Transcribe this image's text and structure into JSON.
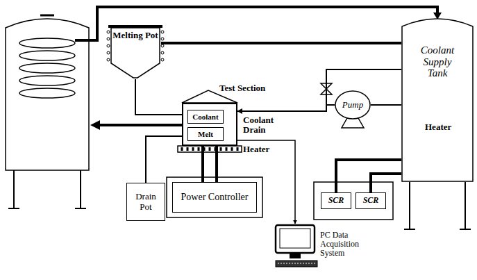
{
  "diagram": {
    "nodes": [
      {
        "text": [
          "Melting Pot"
        ]
      },
      {
        "text": [
          "Test Section"
        ]
      },
      {
        "text": [
          "Coolant"
        ],
        "in": 1
      },
      {
        "text": [
          "Melt"
        ],
        "in": 1
      },
      {
        "text": [
          "Drain Pot"
        ]
      },
      {
        "text": [
          "Power Controller"
        ]
      },
      {
        "text": [
          "SCR"
        ]
      },
      {
        "text": [
          "SCR"
        ]
      },
      {
        "text": [
          "Pump"
        ]
      },
      {
        "text": [
          "Coolant Supply Tank"
        ]
      },
      {
        "text": [
          "PC Data Acquisition System"
        ]
      }
    ],
    "edges": [
      {
        "from": 0,
        "to": 1,
        "arrow": "none"
      },
      {
        "from": 0,
        "to": 9,
        "arrow": "none"
      },
      {
        "from": 9,
        "to": 1,
        "arrow": "to"
      },
      {
        "from": 8,
        "to": 9,
        "arrow": "none"
      },
      {
        "from": 1,
        "to": 4,
        "arrow": "none"
      },
      {
        "from": 1,
        "to": 5,
        "arrow": "none"
      },
      {
        "from": 1,
        "to": 10,
        "arrow": "to"
      },
      {
        "from": 6,
        "to": 9,
        "arrow": "none"
      },
      {
        "from": 7,
        "to": 9,
        "arrow": "none"
      }
    ],
    "labels": [
      "Coolant Drain",
      "Heater",
      "Heater"
    ]
  }
}
